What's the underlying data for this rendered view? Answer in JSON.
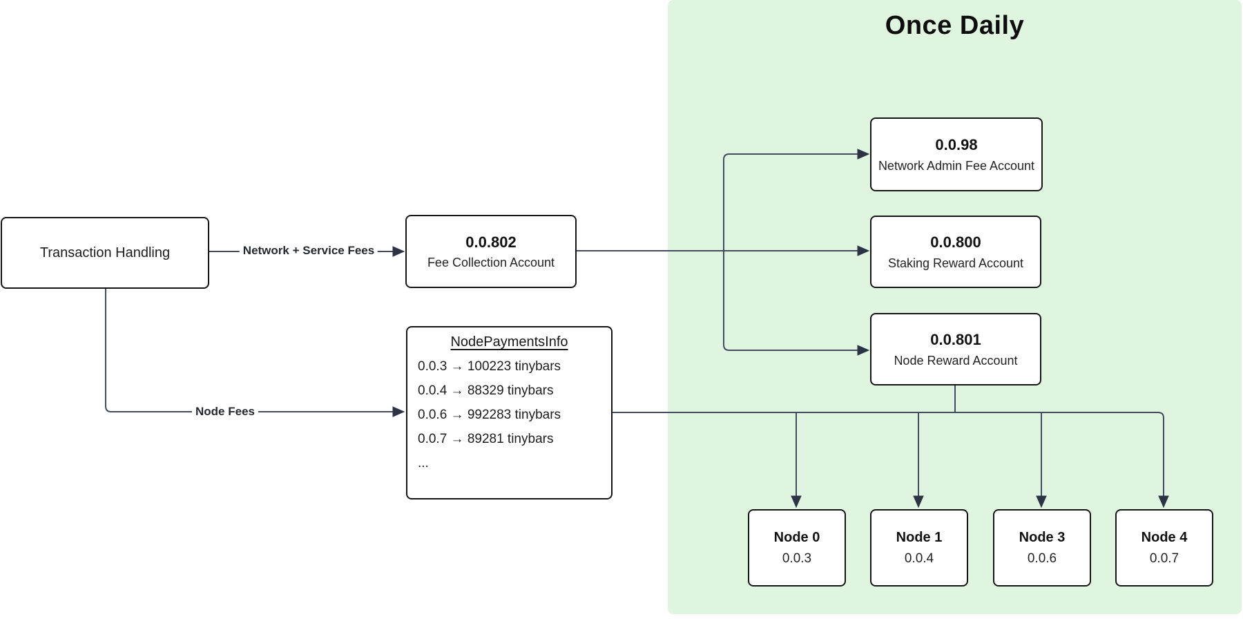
{
  "panel": {
    "title": "Once Daily",
    "bg_color": "#e0f5e0"
  },
  "colors": {
    "edge_stroke": "#414a5e",
    "arrowhead": "#2c3344",
    "box_border": "#141414",
    "box_fill": "#ffffff",
    "text": "#181818"
  },
  "nodes": {
    "transaction": {
      "label": "Transaction Handling"
    },
    "fee_collection": {
      "id": "0.0.802",
      "name": "Fee Collection Account"
    },
    "network_admin": {
      "id": "0.0.98",
      "name": "Network Admin Fee Account"
    },
    "staking_reward": {
      "id": "0.0.800",
      "name": "Staking Reward Account"
    },
    "node_reward": {
      "id": "0.0.801",
      "name": "Node Reward Account"
    },
    "payments": {
      "title": "NodePaymentsInfo",
      "entries": [
        "0.0.3 → 100223 tinybars",
        "0.0.4 → 88329 tinybars",
        "0.0.6 → 992283 tinybars",
        "0.0.7 → 89281 tinybars",
        "..."
      ]
    },
    "node_row": [
      {
        "name": "Node 0",
        "account": "0.0.3"
      },
      {
        "name": "Node 1",
        "account": "0.0.4"
      },
      {
        "name": "Node 3",
        "account": "0.0.6"
      },
      {
        "name": "Node 4",
        "account": "0.0.7"
      }
    ]
  },
  "edges": {
    "network_service_fees": {
      "label": "Network + Service Fees"
    },
    "node_fees": {
      "label": "Node Fees"
    }
  }
}
